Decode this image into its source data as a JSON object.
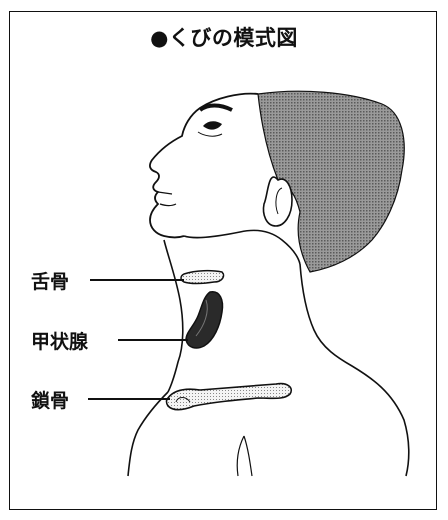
{
  "title": "●くびの模式図",
  "labels": {
    "hyoid": "舌骨",
    "thyroid": "甲状腺",
    "clavicle": "鎖骨"
  },
  "colors": {
    "line": "#111111",
    "hair": "#6a6a6a",
    "organ_dark": "#222222",
    "bone_fill": "#eeeeee"
  }
}
